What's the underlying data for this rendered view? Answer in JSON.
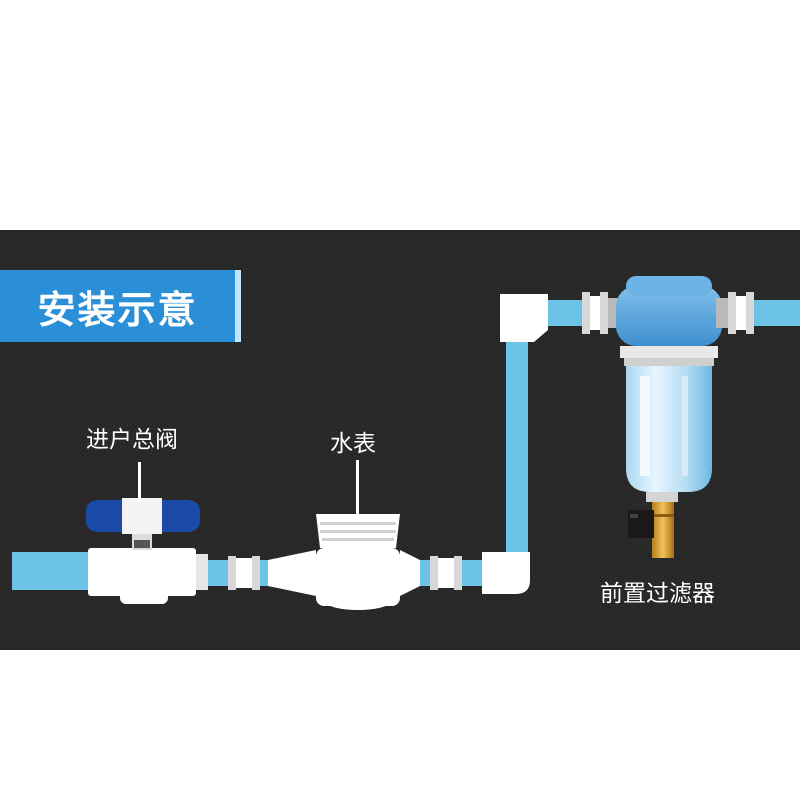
{
  "title": "安装示意",
  "labels": {
    "main_valve": "进户总阀",
    "water_meter": "水表",
    "pre_filter": "前置过滤器"
  },
  "colors": {
    "background": "#2b2b2b",
    "pipe": "#6cc3e6",
    "fitting": "#ffffff",
    "valve_handle": "#1c4aa8",
    "filter_head": "#5ba9e0",
    "title_box": "#2a8fd6",
    "brass": "#d9a437"
  }
}
